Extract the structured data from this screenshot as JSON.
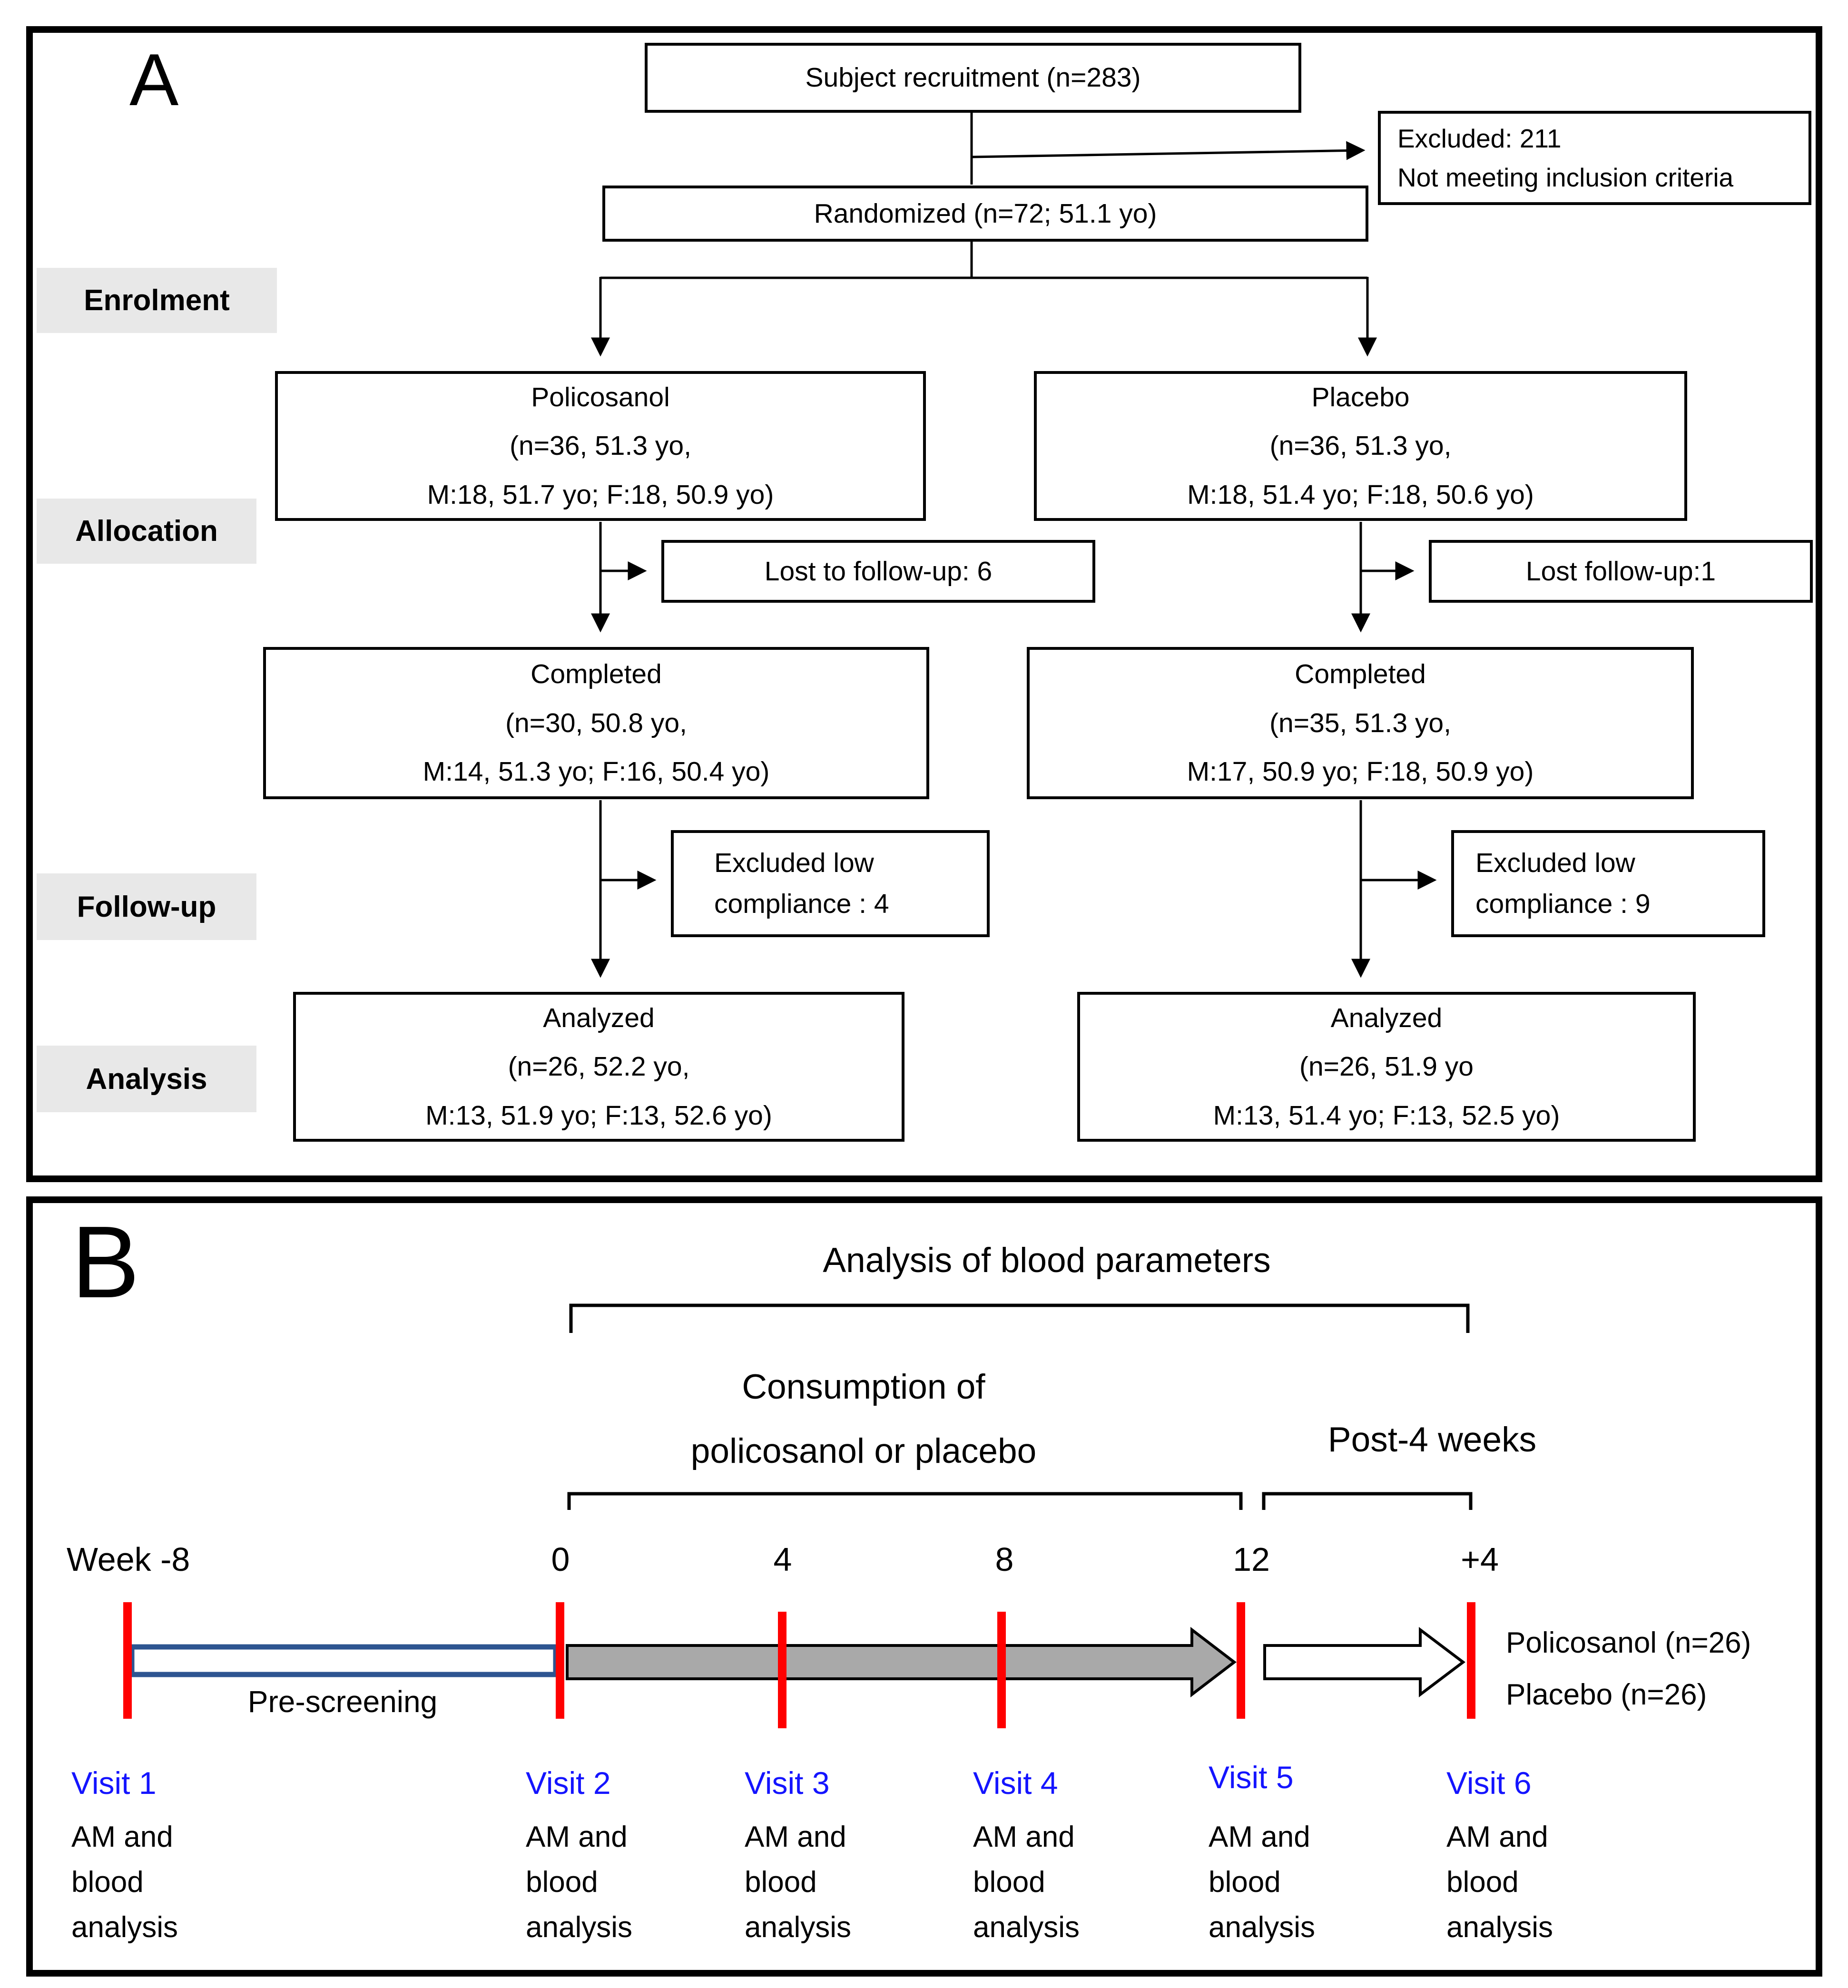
{
  "panel_a": {
    "label": "A",
    "side_labels": [
      "Enrolment",
      "Allocation",
      "Follow-up",
      "Analysis"
    ],
    "boxes": {
      "recruitment": "Subject recruitment (n=283)",
      "excluded": "Excluded: 211\nNot meeting inclusion criteria",
      "randomized": "Randomized (n=72; 51.1 yo)",
      "policosanol": "Policosanol\n(n=36, 51.3 yo,\nM:18, 51.7 yo; F:18, 50.9 yo)",
      "placebo": "Placebo\n(n=36, 51.3 yo,\nM:18, 51.4 yo; F:18, 50.6 yo)",
      "lost_left": "Lost to follow-up: 6",
      "lost_right": "Lost follow-up:1",
      "completed_left": "Completed\n(n=30, 50.8 yo,\nM:14, 51.3 yo; F:16, 50.4 yo)",
      "completed_right": "Completed\n(n=35, 51.3 yo,\nM:17, 50.9 yo; F:18, 50.9 yo)",
      "excluded_low_left": "Excluded low\ncompliance : 4",
      "excluded_low_right": "Excluded low\ncompliance : 9",
      "analyzed_left": "Analyzed\n(n=26, 52.2 yo,\nM:13, 51.9 yo; F:13, 52.6 yo)",
      "analyzed_right": "Analyzed\n(n=26, 51.9 yo\nM:13, 51.4 yo; F:13, 52.5 yo)"
    }
  },
  "panel_b": {
    "label": "B",
    "title": "Analysis of blood parameters",
    "consumption_label": "Consumption of\npolicosanol or placebo",
    "post_label": "Post-4 weeks",
    "week_labels": [
      "Week -8",
      "0",
      "4",
      "8",
      "12",
      "+4"
    ],
    "pre_screening_label": "Pre-screening",
    "arrow_end_text": "Policosanol (n=26)\nPlacebo (n=26)",
    "visits": [
      {
        "label": "Visit 1",
        "desc": "AM and\nblood\nanalysis"
      },
      {
        "label": "Visit 2",
        "desc": "AM and\nblood\nanalysis"
      },
      {
        "label": "Visit 3",
        "desc": "AM and\nblood\nanalysis"
      },
      {
        "label": "Visit 4",
        "desc": "AM and\nblood\nanalysis"
      },
      {
        "label": "Visit 5",
        "desc": "AM and\nblood\nanalysis"
      },
      {
        "label": "Visit 6",
        "desc": "AM and\nblood\nanalysis"
      }
    ]
  },
  "colors": {
    "tick_red": "#FF0000",
    "visit_blue": "#1414FF",
    "prescreen_border": "#2E5591",
    "arrow_gray": "#A9A9A9",
    "side_label_bg": "#E8E8E8",
    "line_black": "#000000"
  }
}
